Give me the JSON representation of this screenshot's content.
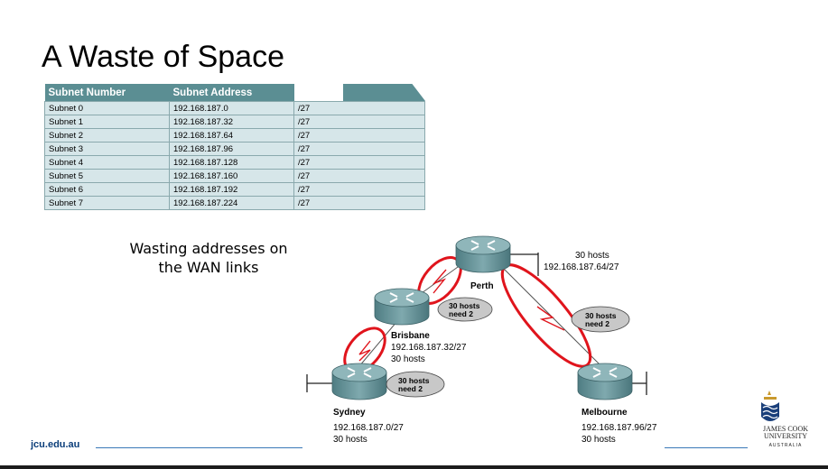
{
  "title": "A Waste of Space",
  "table": {
    "headers": [
      "Subnet Number",
      "Subnet Address"
    ],
    "rows": [
      {
        "number": "Subnet 0",
        "address": "192.168.187.0",
        "mask": "/27"
      },
      {
        "number": "Subnet 1",
        "address": "192.168.187.32",
        "mask": "/27"
      },
      {
        "number": "Subnet  2",
        "address": "192.168.187.64",
        "mask": "/27"
      },
      {
        "number": "Subnet  3",
        "address": "192.168.187.96",
        "mask": "/27"
      },
      {
        "number": "Subnet  4",
        "address": "192.168.187.128",
        "mask": "/27"
      },
      {
        "number": "Subnet  5",
        "address": "192.168.187.160",
        "mask": "/27"
      },
      {
        "number": "Subnet  6",
        "address": "192.168.187.192",
        "mask": "/27"
      },
      {
        "number": "Subnet  7",
        "address": "192.168.187.224",
        "mask": "/27"
      }
    ]
  },
  "caption": {
    "line1": "Wasting addresses on",
    "line2": "the WAN links"
  },
  "routers": {
    "perth": {
      "name": "Perth",
      "hosts": "30 hosts",
      "subnet": "192.168.187.64/27"
    },
    "brisbane": {
      "name": "Brisbane",
      "subnet": "192.168.187.32/27",
      "hosts": "30 hosts"
    },
    "sydney": {
      "name": "Sydney",
      "subnet": "192.168.187.0/27",
      "hosts": "30 hosts"
    },
    "melbourne": {
      "name": "Melbourne",
      "subnet": "192.168.187.96/27",
      "hosts": "30 hosts"
    }
  },
  "wan_notes": {
    "line1": "30 hosts",
    "line2": "need 2"
  },
  "footer": {
    "url": "jcu.edu.au"
  },
  "logo": {
    "line1": "JAMES COOK",
    "line2": "UNIVERSITY",
    "line3": "AUSTRALIA"
  },
  "colors": {
    "header": "#5b8e93",
    "cell": "#d6e6e9",
    "highlight": "#e0141c",
    "router": "#5f8d93"
  }
}
